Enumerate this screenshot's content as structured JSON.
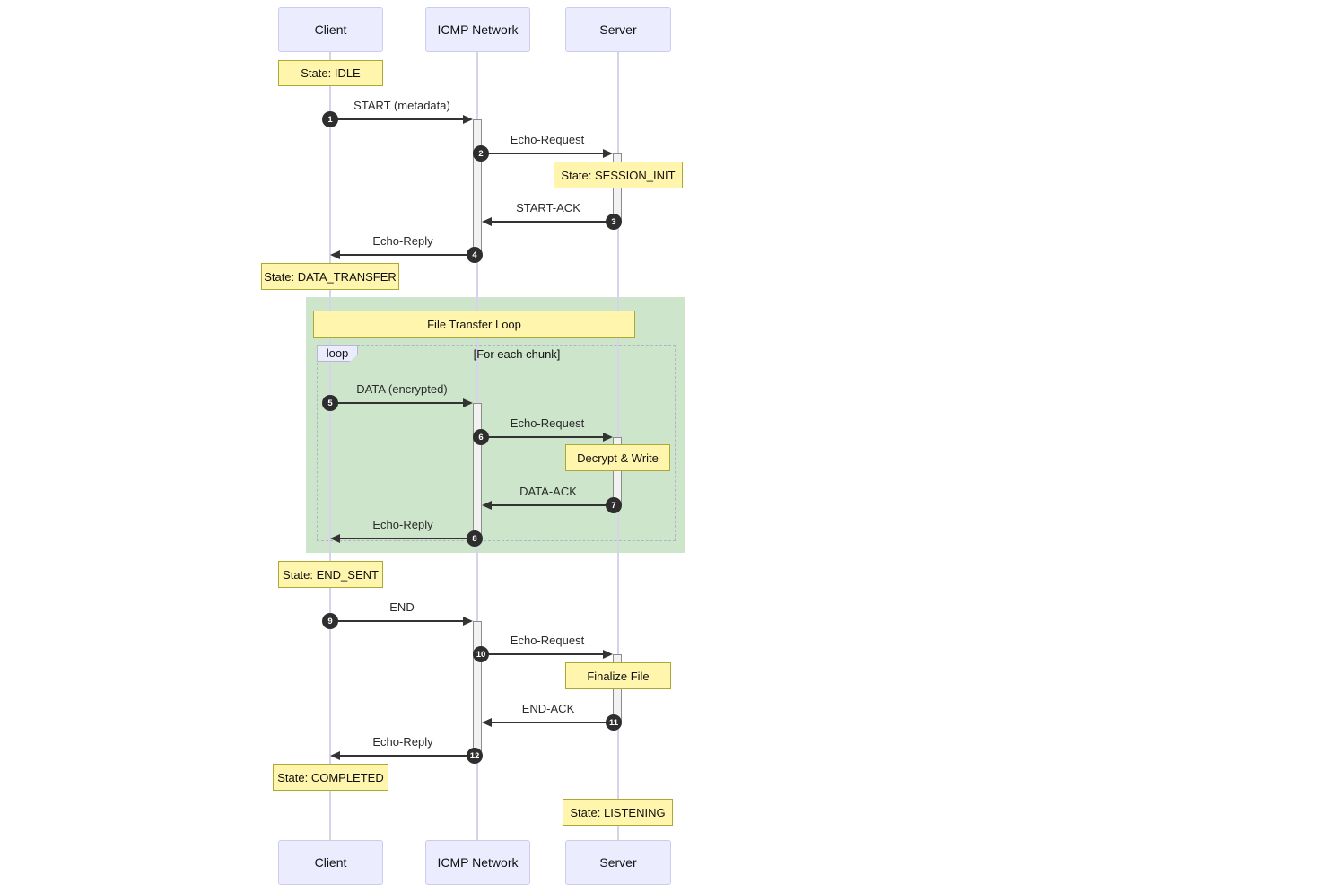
{
  "diagram_type": "sequence-diagram",
  "actors": [
    {
      "name": "Client"
    },
    {
      "name": "ICMP Network"
    },
    {
      "name": "Server"
    }
  ],
  "loop": {
    "tag": "loop",
    "title": "File Transfer Loop",
    "condition": "[For each chunk]"
  },
  "notes": [
    {
      "text": "State: IDLE",
      "over": "Client"
    },
    {
      "text": "State: SESSION_INIT",
      "over": "Server"
    },
    {
      "text": "State: DATA_TRANSFER",
      "over": "Client"
    },
    {
      "text": "Decrypt & Write",
      "over": "Server"
    },
    {
      "text": "State: END_SENT",
      "over": "Client"
    },
    {
      "text": "Finalize File",
      "over": "Server"
    },
    {
      "text": "State: COMPLETED",
      "over": "Client"
    },
    {
      "text": "State: LISTENING",
      "over": "Server"
    }
  ],
  "messages": [
    {
      "num": "1",
      "label": "START (metadata)",
      "from": "Client",
      "to": "ICMP Network",
      "direction": "right"
    },
    {
      "num": "2",
      "label": "Echo-Request",
      "from": "ICMP Network",
      "to": "Server",
      "direction": "right"
    },
    {
      "num": "3",
      "label": "START-ACK",
      "from": "Server",
      "to": "ICMP Network",
      "direction": "left"
    },
    {
      "num": "4",
      "label": "Echo-Reply",
      "from": "ICMP Network",
      "to": "Client",
      "direction": "left"
    },
    {
      "num": "5",
      "label": "DATA (encrypted)",
      "from": "Client",
      "to": "ICMP Network",
      "direction": "right"
    },
    {
      "num": "6",
      "label": "Echo-Request",
      "from": "ICMP Network",
      "to": "Server",
      "direction": "right"
    },
    {
      "num": "7",
      "label": "DATA-ACK",
      "from": "Server",
      "to": "ICMP Network",
      "direction": "left"
    },
    {
      "num": "8",
      "label": "Echo-Reply",
      "from": "ICMP Network",
      "to": "Client",
      "direction": "left"
    },
    {
      "num": "9",
      "label": "END",
      "from": "Client",
      "to": "ICMP Network",
      "direction": "right"
    },
    {
      "num": "10",
      "label": "Echo-Request",
      "from": "ICMP Network",
      "to": "Server",
      "direction": "right"
    },
    {
      "num": "11",
      "label": "END-ACK",
      "from": "Server",
      "to": "ICMP Network",
      "direction": "left"
    },
    {
      "num": "12",
      "label": "Echo-Reply",
      "from": "ICMP Network",
      "to": "Client",
      "direction": "left"
    }
  ],
  "colors": {
    "actor_fill": "#ececff",
    "actor_border": "#cfcbeb",
    "note_fill": "#fff5ad",
    "note_border": "#aaaa33",
    "loop_background": "#cde6cb",
    "loop_frame_border": "#b3b3c6",
    "lifeline": "#d7d3ea",
    "arrow": "#333333",
    "sequence_number_fill": "#2e2e2e",
    "activation_fill": "#f2f2f2"
  }
}
